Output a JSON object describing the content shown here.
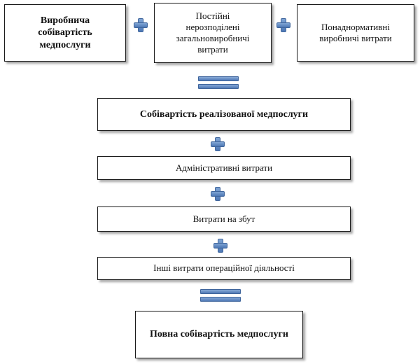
{
  "top_boxes": [
    {
      "text": "Виробнича\nсобівартість\nмедпослуги"
    },
    {
      "text": "Постійні\nнерозподілені\nзагальновиробничі\nвитрати"
    },
    {
      "text": "Понаднормативні\nвиробничі витрати"
    }
  ],
  "steps": [
    {
      "text": "Собівартість реалізованої медпослуги"
    },
    {
      "text": "Адміністративні витрати"
    },
    {
      "text": "Витрати на збут"
    },
    {
      "text": "Інші витрати операційної діяльності"
    }
  ],
  "result": {
    "text": "Повна собівартість медпослуги"
  },
  "colors": {
    "operator": "#5b84bd",
    "border": "#1a1a1a"
  },
  "operators": {
    "plus": "plus-sign",
    "equals": "equals-sign"
  }
}
